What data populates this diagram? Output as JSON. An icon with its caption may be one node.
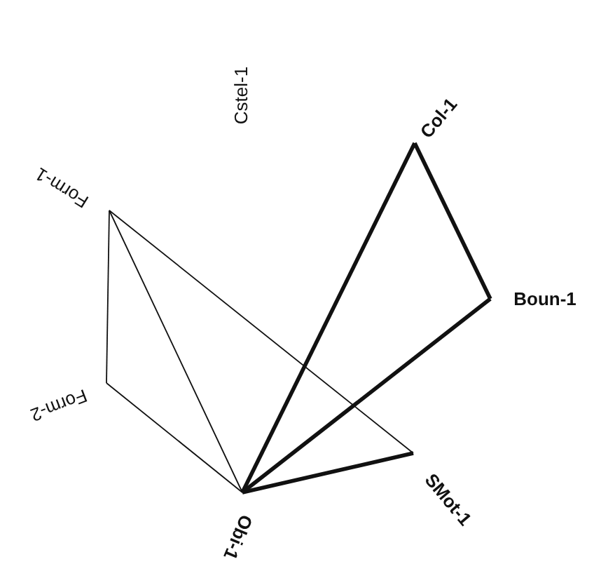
{
  "diagram": {
    "nodes": [
      {
        "text": [
          "Cstel-1"
        ]
      },
      {
        "text": [
          "Form-1"
        ]
      },
      {
        "text": [
          "Form-2"
        ]
      },
      {
        "text": [
          "Obi-1"
        ]
      },
      {
        "text": [
          "SMot-1"
        ]
      },
      {
        "text": [
          "Col-1"
        ]
      },
      {
        "text": [
          "Boun-1"
        ]
      }
    ],
    "edges": [
      {
        "from": 1,
        "to": 2,
        "arrow": "none"
      },
      {
        "from": 1,
        "to": 3,
        "arrow": "none"
      },
      {
        "from": 1,
        "to": 4,
        "arrow": "none"
      },
      {
        "from": 2,
        "to": 3,
        "arrow": "none"
      },
      {
        "from": 3,
        "to": 4,
        "arrow": "none",
        "style": "thick"
      },
      {
        "from": 3,
        "to": 5,
        "arrow": "none",
        "style": "thick"
      },
      {
        "from": 3,
        "to": 6,
        "arrow": "none",
        "style": "thick"
      },
      {
        "from": 5,
        "to": 6,
        "arrow": "none",
        "style": "thick"
      }
    ]
  }
}
